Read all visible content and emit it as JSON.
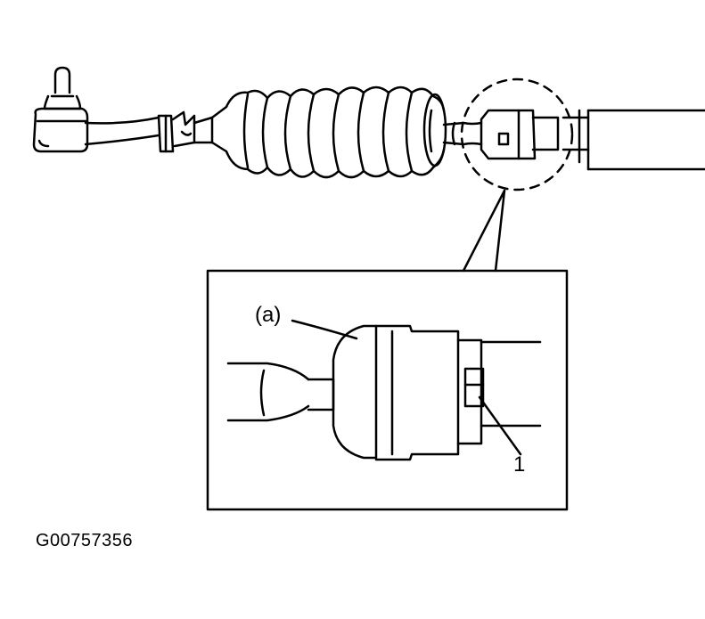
{
  "figure": {
    "figure_id": "G00757356",
    "callout_a": "(a)",
    "callout_1": "1"
  },
  "colors": {
    "ink": "#000000",
    "paper": "#ffffff"
  },
  "icons": {
    "tie_rod_end": "tie-rod-end-icon",
    "steering_boot": "steering-boot-icon",
    "inner_tie_rod_joint": "inner-joint-icon",
    "steering_rack_housing": "rack-housing-icon"
  }
}
